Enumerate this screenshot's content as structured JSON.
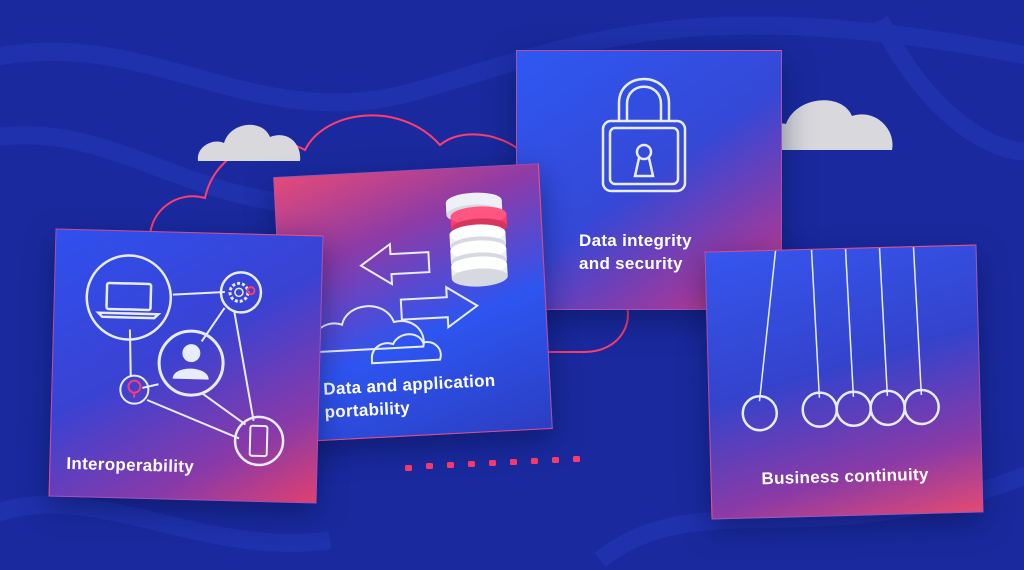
{
  "cards": {
    "interoperability": {
      "label": "Interoperability",
      "icons": [
        "laptop-icon",
        "gear-icon",
        "user-icon",
        "lightbulb-icon",
        "smartphone-icon"
      ]
    },
    "portability": {
      "label_line1": "Data and application",
      "label_line2": "portability",
      "icons": [
        "database-icon",
        "arrow-left-icon",
        "arrow-right-icon",
        "cloud-icon"
      ]
    },
    "security": {
      "label_line1": "Data integrity",
      "label_line2": "and security",
      "icons": [
        "padlock-icon"
      ]
    },
    "continuity": {
      "label": "Business continuity",
      "icons": [
        "newtons-cradle-icon"
      ]
    }
  },
  "colors": {
    "background": "#1a2a9e",
    "accent_pink": "#ff3b6b",
    "card_blue": "#2f55f0",
    "cloud_grey": "#d9d9dd"
  }
}
